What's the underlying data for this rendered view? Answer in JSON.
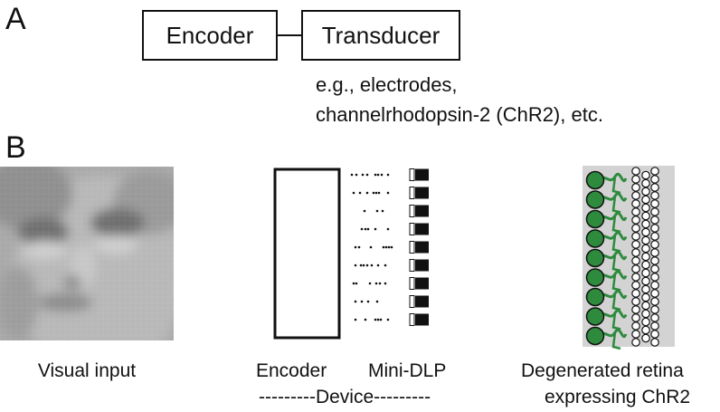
{
  "panel_a": {
    "label": "A",
    "encoder_box": "Encoder",
    "transducer_box": "Transducer",
    "examples_line1": "e.g., electrodes,",
    "examples_line2": "channelrhodopsin-2 (ChR2), etc."
  },
  "panel_b": {
    "label": "B",
    "visual_input_caption": "Visual input",
    "encoder_caption": "Encoder",
    "minidlp_caption": "Mini-DLP",
    "device_caption": "---------Device---------",
    "retina_caption_line1": "Degenerated retina",
    "retina_caption_line2": "expressing ChR2"
  },
  "colors": {
    "ganglion_green": "#2e8b3e",
    "retina_bg": "#d3d3d3",
    "stroke": "#111111"
  }
}
